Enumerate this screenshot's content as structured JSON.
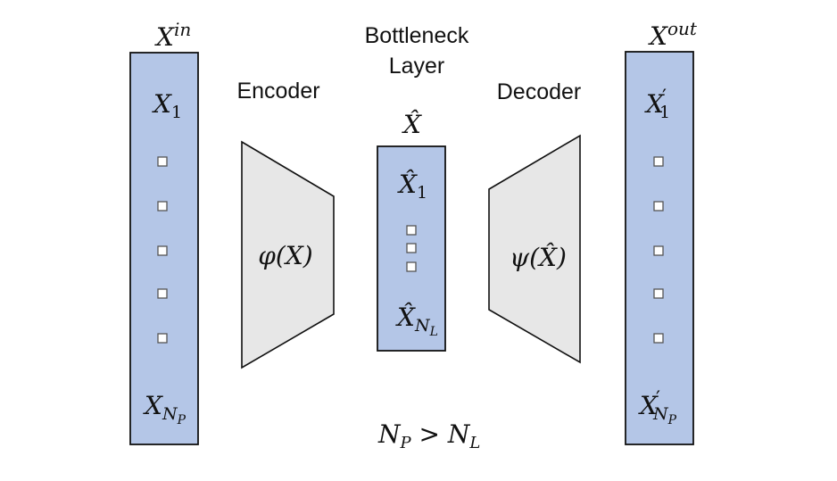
{
  "labels": {
    "encoder": "Encoder",
    "decoder": "Decoder",
    "bottleneck_line1": "Bottleneck",
    "bottleneck_line2": "Layer"
  },
  "input": {
    "title": "X",
    "title_sup": "in",
    "first": "X",
    "first_sub": "1",
    "last": "X",
    "last_sub": "N",
    "last_subsub": "P"
  },
  "output": {
    "title": "X",
    "title_sup": "out",
    "first": "X",
    "first_prime": "′",
    "first_sub": "1",
    "last": "X",
    "last_prime": "′",
    "last_sub": "N",
    "last_subsub": "P"
  },
  "bottleneck": {
    "title": "X̂",
    "first": "X̂",
    "first_sub": "1",
    "last": "X̂",
    "last_sub": "N",
    "last_subsub": "L"
  },
  "encoder_fn": "φ(X)",
  "decoder_fn": "ψ(X̂)",
  "relation": {
    "a": "N",
    "a_sub": "P",
    "op": " > ",
    "b": "N",
    "b_sub": "L"
  }
}
